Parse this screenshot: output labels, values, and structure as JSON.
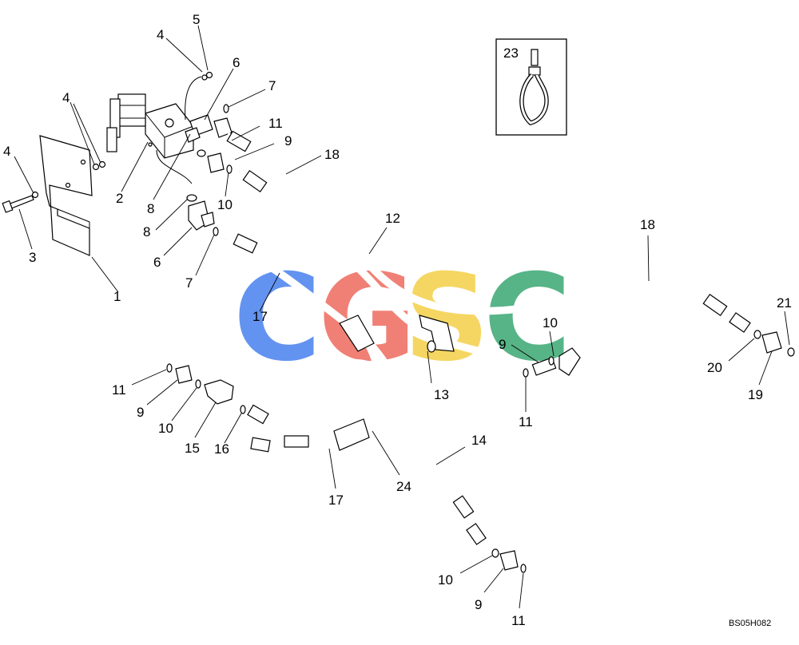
{
  "diagram": {
    "code": "BS05H082",
    "watermark": {
      "letters": [
        "C",
        "G",
        "S",
        "C"
      ],
      "colors": [
        "#5b8ef0",
        "#f07a6e",
        "#f5d45a",
        "#4fb081"
      ]
    },
    "labels": [
      "1",
      "2",
      "3",
      "4",
      "4",
      "4",
      "5",
      "6",
      "6",
      "7",
      "7",
      "8",
      "8",
      "9",
      "9",
      "9",
      "9",
      "10",
      "10",
      "10",
      "10",
      "11",
      "11",
      "11",
      "11",
      "12",
      "13",
      "14",
      "15",
      "16",
      "17",
      "17",
      "18",
      "18",
      "19",
      "20",
      "21",
      "23",
      "24"
    ]
  }
}
